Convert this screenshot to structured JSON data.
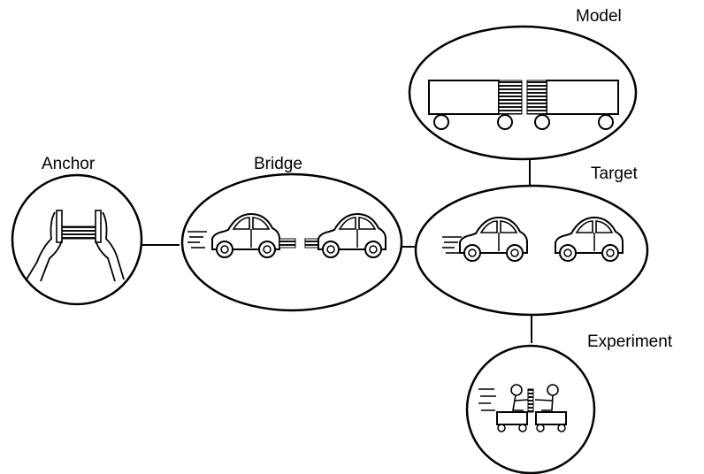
{
  "diagram": {
    "nodes": [
      {
        "id": "anchor",
        "label": "Anchor",
        "depicts": "hands-compressing-spring"
      },
      {
        "id": "bridge",
        "label": "Bridge",
        "depicts": "car-hitting-parked-car-with-springs"
      },
      {
        "id": "target",
        "label": "Target",
        "depicts": "car-hitting-parked-car"
      },
      {
        "id": "model",
        "label": "Model",
        "depicts": "blocks-on-wheels-with-springs"
      },
      {
        "id": "experiment",
        "label": "Experiment",
        "depicts": "people-on-carts-pushing"
      }
    ],
    "edges": [
      {
        "from": "anchor",
        "to": "bridge"
      },
      {
        "from": "bridge",
        "to": "target"
      },
      {
        "from": "target",
        "to": "model"
      },
      {
        "from": "target",
        "to": "experiment"
      }
    ]
  }
}
